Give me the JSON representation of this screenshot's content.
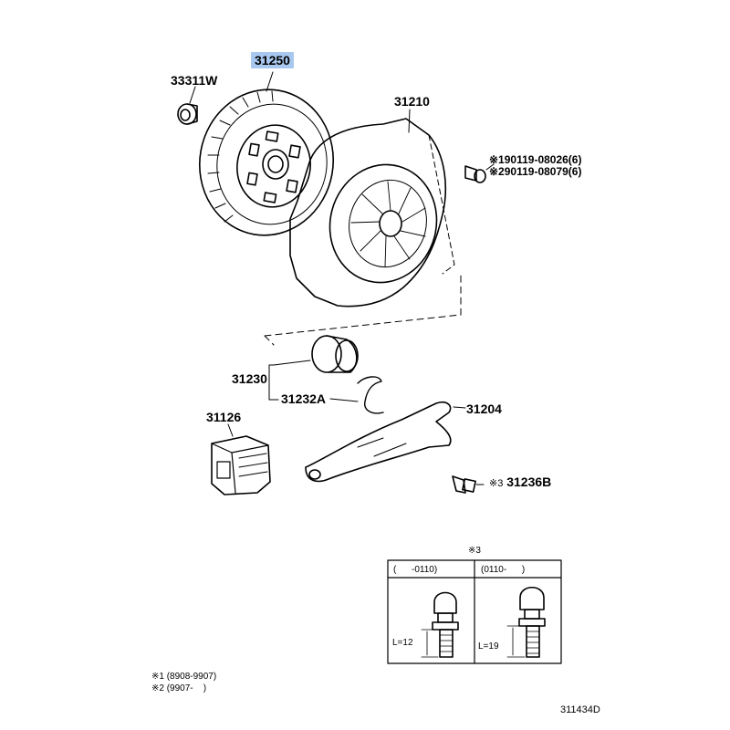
{
  "parts": {
    "p31250": "31250",
    "p33311w": "33311W",
    "p31210": "31210",
    "p31230": "31230",
    "p31232a": "31232A",
    "p31204": "31204",
    "p31126": "31126",
    "p31236b": "31236B",
    "bolt_1": "90119-08026(6)",
    "bolt_2": "90119-08079(6)"
  },
  "marks": {
    "m1": "※1",
    "m2": "※2",
    "m3": "※3"
  },
  "highlight_color": "#a9c8f0",
  "table": {
    "title": "※3",
    "col1": "(      -0110)",
    "col2": "(0110-      )",
    "dim1": "L=12",
    "dim2": "L=19"
  },
  "footnotes": {
    "f1": "※1 (8908-9907)",
    "f2": "※2 (9907-    )"
  },
  "diagram_id": "311434D"
}
